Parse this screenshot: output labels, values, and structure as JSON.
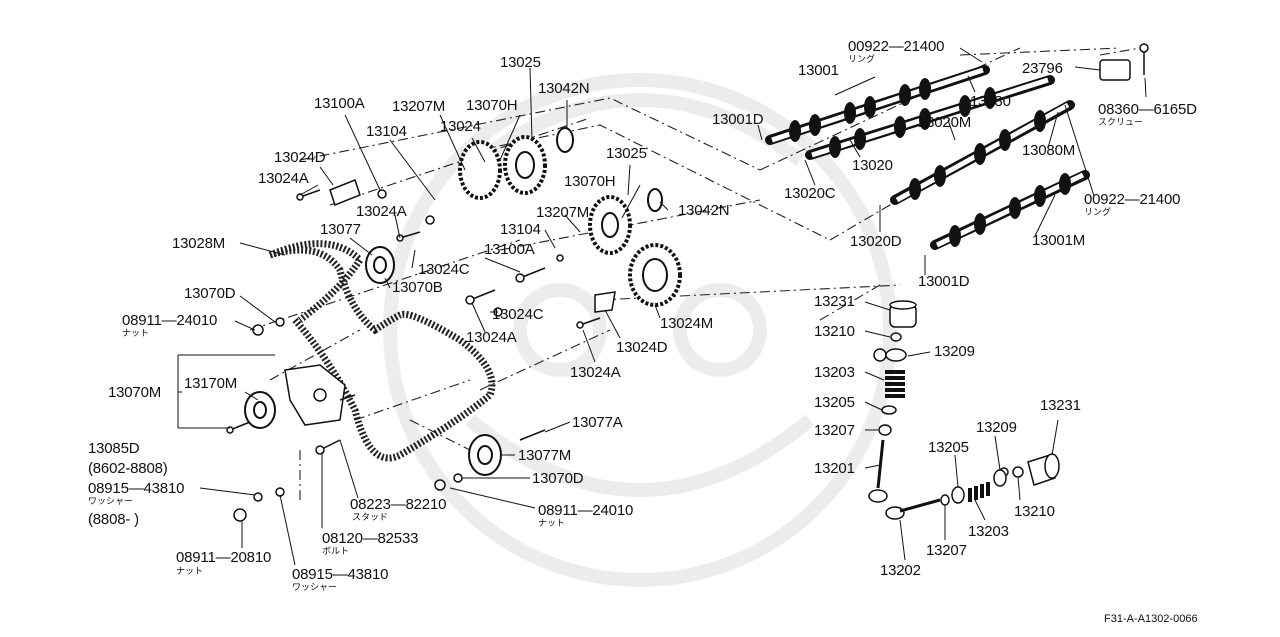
{
  "diagram_code": "F31-A-A1302-0066",
  "labels": {
    "l00922_21400_top": "00922—21400",
    "ring_top": "リング",
    "l23796": "23796",
    "l13001": "13001",
    "l13080": "13080",
    "l08360_6165D": "08360—6165D",
    "screw": "スクリュー",
    "l13001D_a": "13001D",
    "l13020M": "13020M",
    "l13020": "13020",
    "l13080M": "13080M",
    "l13020C": "13020C",
    "l00922_21400_mid": "00922—21400",
    "ring_mid": "リング",
    "l13020D": "13020D",
    "l13001M": "13001M",
    "l13001D_b": "13001D",
    "l13025_a": "13025",
    "l13042N_a": "13042N",
    "l13100A_a": "13100A",
    "l13207M_a": "13207M",
    "l13070H_a": "13070H",
    "l13104_a": "13104",
    "l13024": "13024",
    "l13024D_a": "13024D",
    "l13024A_a": "13024A",
    "l13025_b": "13025",
    "l13070H_b": "13070H",
    "l13207M_b": "13207M",
    "l13042N_b": "13042N",
    "l13024A_b": "13024A",
    "l13104_b": "13104",
    "l13028M": "13028M",
    "l13077": "13077",
    "l13100A_b": "13100A",
    "l13024C_a": "13024C",
    "l13070B": "13070B",
    "l13070D_a": "13070D",
    "l13024C_b": "13024C",
    "l08911_24010_a": "08911—24010",
    "nut_a": "ナット",
    "l13024M": "13024M",
    "l13024A_c": "13024A",
    "l13024D_b": "13024D",
    "l13024A_d": "13024A",
    "l13070M": "13070M",
    "l13170M": "13170M",
    "l13077A": "13077A",
    "l13077M": "13077M",
    "l13070D_b": "13070D",
    "l13085D": "13085D",
    "l8602_8808": "(8602-8808)",
    "l08915_43810_a": "08915—43810",
    "washer_a": "ワッシャー",
    "l8808": "(8808-        )",
    "l08223_82210": "08223—82210",
    "stud": "スタッド",
    "l08911_24010_b": "08911—24010",
    "nut_b": "ナット",
    "l08120_82533": "08120—82533",
    "bolt": "ボルト",
    "l08911_20810": "08911—20810",
    "nut_c": "ナット",
    "l08915_43810_b": "08915—43810",
    "washer_b": "ワッシャー",
    "l13231_a": "13231",
    "l13210_a": "13210",
    "l13209_a": "13209",
    "l13203_a": "13203",
    "l13205_a": "13205",
    "l13207_a": "13207",
    "l13201": "13201",
    "l13231_b": "13231",
    "l13209_b": "13209",
    "l13205_b": "13205",
    "l13210_b": "13210",
    "l13203_b": "13203",
    "l13207_b": "13207",
    "l13202": "13202"
  }
}
